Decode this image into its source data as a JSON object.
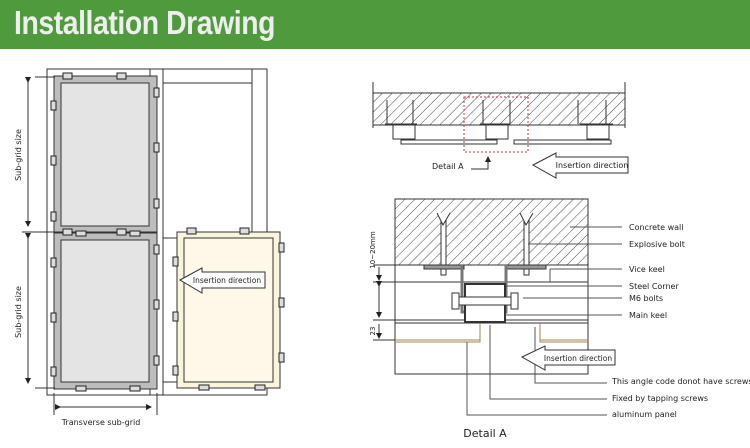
{
  "header": {
    "title": "Installation Drawing",
    "background_color": "#4f9a3c"
  },
  "grid_elevation": {
    "dimension_vertical_upper": "Sub-grid size",
    "dimension_vertical_lower": "Sub-grid size",
    "dimension_horizontal": "Transverse sub-grid",
    "insertion_label": "Insertion direction",
    "installed_panel_color": "#e4e4e4",
    "new_panel_color": "#fbf4dc"
  },
  "section_view": {
    "detail_callout": "Detail A",
    "insertion_label": "Insertion direction",
    "detail_box_color": "#d0313f"
  },
  "detail_a": {
    "caption": "Detail A",
    "dimension_top": "10~20mm",
    "dimension_bottom": "23",
    "insertion_label": "Insertion direction",
    "labels": {
      "concrete_wall": "Concrete wall",
      "explosive_bolt": "Explosive bolt",
      "vice_keel": "Vice keel",
      "steel_corner": "Steel Corner",
      "m6_bolts": "M6 bolts",
      "main_keel": "Main keel",
      "angle_code": "This angle code donot have screws",
      "tapping_screws": "Fixed by tapping screws",
      "aluminum_panel": "aluminum panel"
    }
  }
}
